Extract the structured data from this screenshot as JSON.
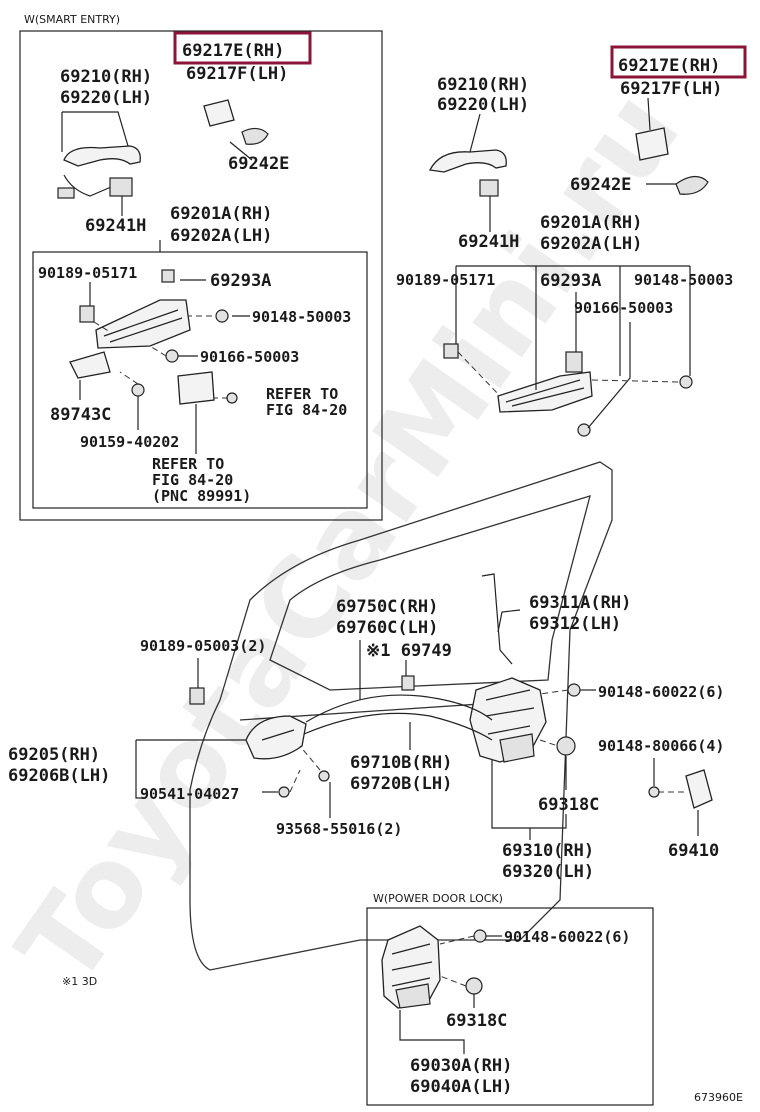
{
  "watermark": "ToyotaCarMini.ru",
  "diagram_code": "673960E",
  "note": "※1 3D",
  "boxes": {
    "smart_entry": "W(SMART ENTRY)",
    "power_door_lock": "W(POWER DOOR LOCK)"
  },
  "labels": {
    "se_69217e": "69217E(RH)",
    "se_69217f": "69217F(LH)",
    "se_69210": "69210(RH)",
    "se_69220": "69220(LH)",
    "se_69242e": "69242E",
    "se_69241h": "69241H",
    "se_69201a": "69201A(RH)",
    "se_69202a": "69202A(LH)",
    "se_90189_05171": "90189-05171",
    "se_69293a": "69293A",
    "se_90148_50003": "90148-50003",
    "se_90166_50003": "90166-50003",
    "se_89743c": "89743C",
    "se_refer1a": "REFER TO",
    "se_refer1b": "FIG 84-20",
    "se_90159_40202": "90159-40202",
    "se_refer2a": "REFER TO",
    "se_refer2b": "FIG 84-20",
    "se_refer2c": "(PNC 89991)",
    "r_69217e": "69217E(RH)",
    "r_69217f": "69217F(LH)",
    "r_69210": "69210(RH)",
    "r_69220": "69220(LH)",
    "r_69242e": "69242E",
    "r_69241h": "69241H",
    "r_69201a": "69201A(RH)",
    "r_69202a": "69202A(LH)",
    "r_90189_05171": "90189-05171",
    "r_69293a": "69293A",
    "r_90148_50003": "90148-50003",
    "r_90166_50003": "90166-50003",
    "m_69750c": "69750C(RH)",
    "m_69760c": "69760C(LH)",
    "m_69749": "※1 69749",
    "m_69311a": "69311A(RH)",
    "m_69312": "69312(LH)",
    "m_90189_05003": "90189-05003(2)",
    "m_90148_60022": "90148-60022(6)",
    "m_90148_80066": "90148-80066(4)",
    "m_69205": "69205(RH)",
    "m_69206b": "69206B(LH)",
    "m_69710b": "69710B(RH)",
    "m_69720b": "69720B(LH)",
    "m_90541_04027": "90541-04027",
    "m_93568_55016": "93568-55016(2)",
    "m_69318c": "69318C",
    "m_69410": "69410",
    "m_69310": "69310(RH)",
    "m_69320": "69320(LH)",
    "p_90148_60022": "90148-60022(6)",
    "p_69318c": "69318C",
    "p_69030a": "69030A(RH)",
    "p_69040a": "69040A(LH)"
  }
}
